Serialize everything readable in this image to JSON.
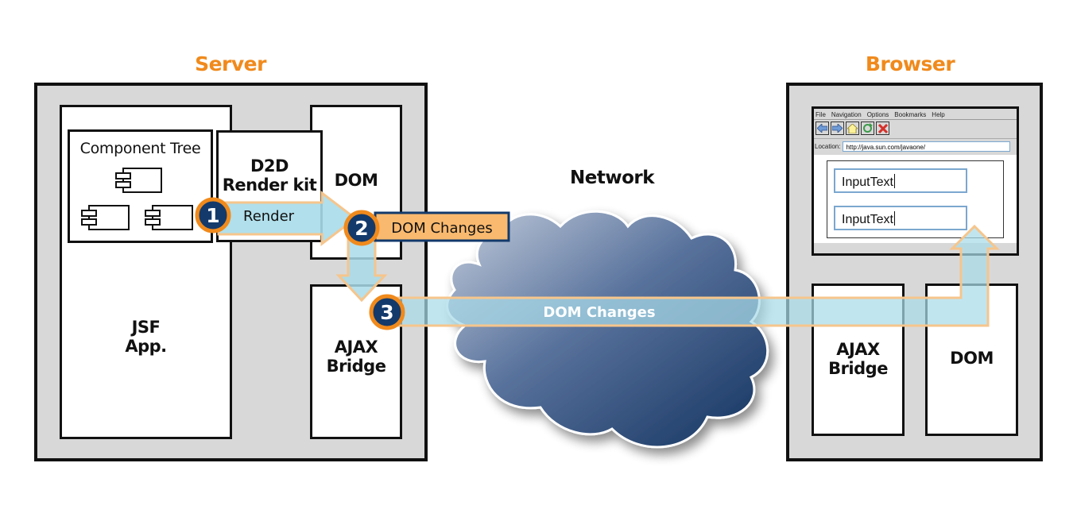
{
  "sections": {
    "server": "Server",
    "network": "Network",
    "browser": "Browser"
  },
  "server": {
    "jsf_app": [
      "JSF",
      "App."
    ],
    "component_tree": "Component Tree",
    "render_kit": [
      "D2D",
      "Render kit"
    ],
    "dom": "DOM",
    "ajax_bridge": [
      "AJAX",
      "Bridge"
    ]
  },
  "steps": [
    {
      "number": "1",
      "label": "Render"
    },
    {
      "number": "2",
      "label": "DOM Changes"
    },
    {
      "number": "3",
      "label": "DOM Changes"
    }
  ],
  "browser": {
    "menu": [
      "File",
      "Navigation",
      "Options",
      "Bookmarks",
      "Help"
    ],
    "toolbar_icons": [
      "back-arrow-icon",
      "forward-arrow-icon",
      "home-icon",
      "refresh-icon",
      "stop-icon"
    ],
    "location_label": "Location:",
    "location_value": "http://java.sun.com/javaone/",
    "inputs": [
      "InputText",
      "InputText"
    ],
    "ajax_bridge": [
      "AJAX",
      "Bridge"
    ],
    "dom": "DOM"
  },
  "colors": {
    "accent_orange": "#f08a1c",
    "badge_navy": "#133a6b",
    "arrow_fill": "#a9dbe9",
    "arrow_outline": "#f6c58c",
    "label_orange": "#f9b96e",
    "cloud_light": "#bcc6d8",
    "cloud_dark": "#183767",
    "frame_gray": "#d8d8d8"
  }
}
